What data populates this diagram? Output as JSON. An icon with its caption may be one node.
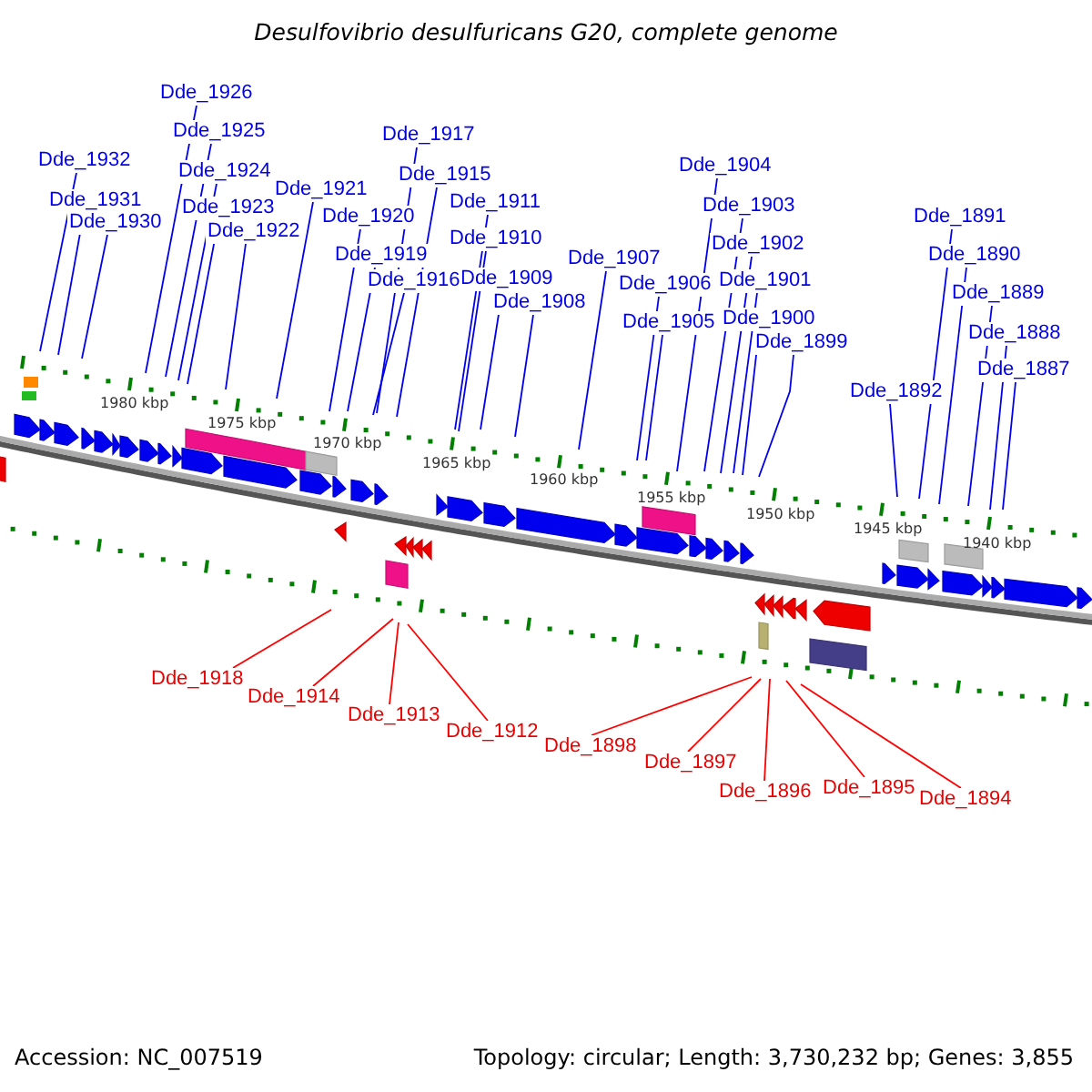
{
  "diagram": {
    "title": "Desulfovibrio desulfuricans G20, complete genome",
    "nodes": [
      {
        "text": [
          "Dde_1926"
        ]
      },
      {
        "text": [
          "Dde_1925"
        ]
      },
      {
        "text": [
          "Dde_1917"
        ]
      },
      {
        "text": [
          "Dde_1932"
        ]
      },
      {
        "text": [
          "Dde_1904"
        ]
      },
      {
        "text": [
          "Dde_1924"
        ]
      },
      {
        "text": [
          "Dde_1915"
        ]
      },
      {
        "text": [
          "Dde_1921"
        ]
      },
      {
        "text": [
          "Dde_1931"
        ]
      },
      {
        "text": [
          "Dde_1911"
        ]
      },
      {
        "text": [
          "Dde_1903"
        ]
      },
      {
        "text": [
          "Dde_1923"
        ]
      },
      {
        "text": [
          "Dde_1920"
        ]
      },
      {
        "text": [
          "Dde_1891"
        ]
      },
      {
        "text": [
          "Dde_1930"
        ]
      },
      {
        "text": [
          "Dde_1922"
        ]
      },
      {
        "text": [
          "Dde_1910"
        ]
      },
      {
        "text": [
          "Dde_1902"
        ]
      },
      {
        "text": [
          "Dde_1890"
        ]
      },
      {
        "text": [
          "Dde_1919"
        ]
      },
      {
        "text": [
          "Dde_1907"
        ]
      },
      {
        "text": [
          "Dde_1909"
        ]
      },
      {
        "text": [
          "Dde_1916"
        ]
      },
      {
        "text": [
          "Dde_1901"
        ]
      },
      {
        "text": [
          "Dde_1906"
        ]
      },
      {
        "text": [
          "Dde_1889"
        ]
      },
      {
        "text": [
          "Dde_1908"
        ]
      },
      {
        "text": [
          "Dde_1900"
        ]
      },
      {
        "text": [
          "Dde_1905"
        ]
      },
      {
        "text": [
          "Dde_1888"
        ]
      },
      {
        "text": [
          "Dde_1899"
        ]
      },
      {
        "text": [
          "Dde_1887"
        ]
      },
      {
        "text": [
          "Dde_1892"
        ]
      },
      {
        "text": [
          "Dde_1918"
        ]
      },
      {
        "text": [
          "Dde_1914"
        ]
      },
      {
        "text": [
          "Dde_1913"
        ]
      },
      {
        "text": [
          "Dde_1912"
        ]
      },
      {
        "text": [
          "Dde_1898"
        ]
      },
      {
        "text": [
          "Dde_1897"
        ]
      },
      {
        "text": [
          "Dde_1896"
        ]
      },
      {
        "text": [
          "Dde_1895"
        ]
      },
      {
        "text": [
          "Dde_1894"
        ]
      }
    ],
    "edges": [
      {
        "from": 0,
        "to": null,
        "arrow": "none"
      },
      {
        "from": 1,
        "to": null,
        "arrow": "none"
      },
      {
        "from": 2,
        "to": null,
        "arrow": "none"
      },
      {
        "from": 3,
        "to": null,
        "arrow": "none"
      },
      {
        "from": 4,
        "to": null,
        "arrow": "none"
      },
      {
        "from": 5,
        "to": null,
        "arrow": "none"
      },
      {
        "from": 6,
        "to": null,
        "arrow": "none"
      },
      {
        "from": 7,
        "to": null,
        "arrow": "none"
      },
      {
        "from": 8,
        "to": null,
        "arrow": "none"
      },
      {
        "from": 9,
        "to": null,
        "arrow": "none"
      },
      {
        "from": 10,
        "to": null,
        "arrow": "none"
      },
      {
        "from": 11,
        "to": null,
        "arrow": "none"
      },
      {
        "from": 12,
        "to": null,
        "arrow": "none"
      },
      {
        "from": 13,
        "to": null,
        "arrow": "none"
      },
      {
        "from": 14,
        "to": null,
        "arrow": "none"
      },
      {
        "from": 15,
        "to": null,
        "arrow": "none"
      },
      {
        "from": 16,
        "to": null,
        "arrow": "none"
      },
      {
        "from": 17,
        "to": null,
        "arrow": "none"
      },
      {
        "from": 18,
        "to": null,
        "arrow": "none"
      },
      {
        "from": 19,
        "to": null,
        "arrow": "none"
      },
      {
        "from": 20,
        "to": null,
        "arrow": "none"
      },
      {
        "from": 21,
        "to": null,
        "arrow": "none"
      },
      {
        "from": 22,
        "to": null,
        "arrow": "none"
      },
      {
        "from": 23,
        "to": null,
        "arrow": "none"
      },
      {
        "from": 24,
        "to": null,
        "arrow": "none"
      },
      {
        "from": 25,
        "to": null,
        "arrow": "none"
      },
      {
        "from": 26,
        "to": null,
        "arrow": "none"
      },
      {
        "from": 27,
        "to": null,
        "arrow": "none"
      },
      {
        "from": 28,
        "to": null,
        "arrow": "none"
      },
      {
        "from": 29,
        "to": null,
        "arrow": "none"
      },
      {
        "from": 30,
        "to": null,
        "arrow": "none"
      },
      {
        "from": 31,
        "to": null,
        "arrow": "none"
      },
      {
        "from": 32,
        "to": null,
        "arrow": "none"
      },
      {
        "from": 33,
        "to": null,
        "arrow": "none",
        "color": "#ff0000"
      },
      {
        "from": 34,
        "to": null,
        "arrow": "none",
        "color": "#ff0000"
      },
      {
        "from": 35,
        "to": null,
        "arrow": "none",
        "color": "#ff0000"
      },
      {
        "from": 36,
        "to": null,
        "arrow": "none",
        "color": "#ff0000"
      },
      {
        "from": 37,
        "to": null,
        "arrow": "none",
        "color": "#ff0000"
      },
      {
        "from": 38,
        "to": null,
        "arrow": "none",
        "color": "#ff0000"
      },
      {
        "from": 39,
        "to": null,
        "arrow": "none",
        "color": "#ff0000"
      },
      {
        "from": 40,
        "to": null,
        "arrow": "none",
        "color": "#ff0000"
      },
      {
        "from": 41,
        "to": null,
        "arrow": "none",
        "color": "#ff0000"
      }
    ],
    "labels": [
      "1980 kbp",
      "1975 kbp",
      "1970 kbp",
      "1965 kbp",
      "1960 kbp",
      "1955 kbp",
      "1950 kbp",
      "1945 kbp",
      "1940 kbp",
      "Accession: NC_007519",
      "Topology: circular; Length: 3,730,232 bp; Genes: 3,855"
    ]
  }
}
